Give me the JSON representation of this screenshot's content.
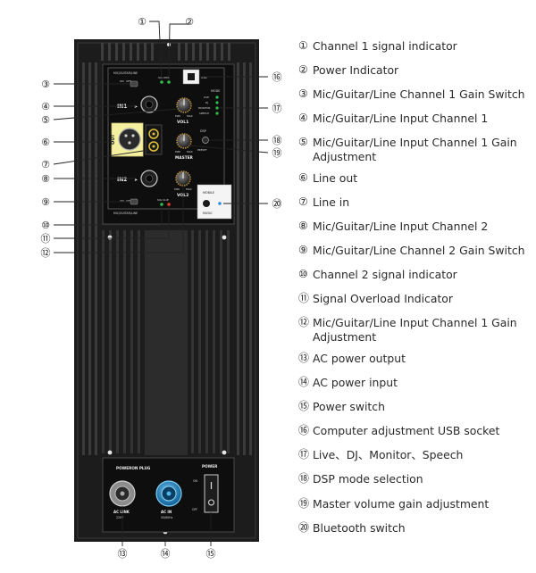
{
  "panel": {
    "mic_guitar_line_1": "MIC/GUITAR/LINE",
    "mic_guitar_line_2": "MIC/GUITAR/LINE",
    "sw1_on": "ON",
    "sw1_off": "OFF",
    "sw2_on": "ON",
    "sw2_off": "OFF",
    "sig_pwr": "SIG PWR",
    "sig_clip": "SIG CLIP",
    "in1": "IN1",
    "in2": "IN2",
    "out": "OUT",
    "vol1": "VOL1",
    "vol2": "VOL2",
    "vol_min": "MIN",
    "vol_max": "MAX",
    "master": "MASTER",
    "mode": "MODE",
    "live": "LIVE",
    "dj": "DJ",
    "monitor": "MONITOR",
    "speech": "SPEECH",
    "dsp": "DSP",
    "preset": "PRESET",
    "usb": "USB",
    "mobile": "MOBILE",
    "music": "MUSIC",
    "poweron_plug": "POWERON  PLUG",
    "ac_link": "AC LINK",
    "ac_link_v": "220V",
    "ac_in": "AC IN",
    "ac_in_hz": "50/60Hz",
    "power": "POWER",
    "on": "ON",
    "off": "OFF"
  },
  "callouts": [
    "①",
    "②",
    "③",
    "④",
    "⑤",
    "⑥",
    "⑦",
    "⑧",
    "⑨",
    "⑩",
    "⑪",
    "⑫",
    "⑬",
    "⑭",
    "⑮",
    "⑯",
    "⑰",
    "⑱",
    "⑲",
    "⑳"
  ],
  "legend": [
    {
      "num": "①",
      "text": "Channel 1 signal indicator"
    },
    {
      "num": "②",
      "text": "Power Indicator"
    },
    {
      "num": "③",
      "text": "Mic/Guitar/Line Channel 1 Gain Switch"
    },
    {
      "num": "④",
      "text": "Mic/Guitar/Line Input Channel 1"
    },
    {
      "num": "⑤",
      "text": "Mic/Guitar/Line Input Channel 1 Gain Adjustment"
    },
    {
      "num": "⑥",
      "text": "Line out"
    },
    {
      "num": "⑦",
      "text": "Line in"
    },
    {
      "num": "⑧",
      "text": "Mic/Guitar/Line Input Channel 2"
    },
    {
      "num": "⑨",
      "text": "Mic/Guitar/Line Channel 2 Gain Switch"
    },
    {
      "num": "⑩",
      "text": "Channel 2 signal indicator"
    },
    {
      "num": "⑪",
      "text": "Signal Overload Indicator"
    },
    {
      "num": "⑫",
      "text": "Mic/Guitar/Line Input Channel 1 Gain Adjustment"
    },
    {
      "num": "⑬",
      "text": "AC power output"
    },
    {
      "num": "⑭",
      "text": "AC power input"
    },
    {
      "num": "⑮",
      "text": "Power switch"
    },
    {
      "num": "⑯",
      "text": "Computer adjustment USB socket"
    },
    {
      "num": "⑰",
      "text": "Live、DJ、Monitor、Speech"
    },
    {
      "num": "⑱",
      "text": "DSP mode selection"
    },
    {
      "num": "⑲",
      "text": "Master volume gain adjustment"
    },
    {
      "num": "⑳",
      "text": "Bluetooth switch"
    }
  ]
}
